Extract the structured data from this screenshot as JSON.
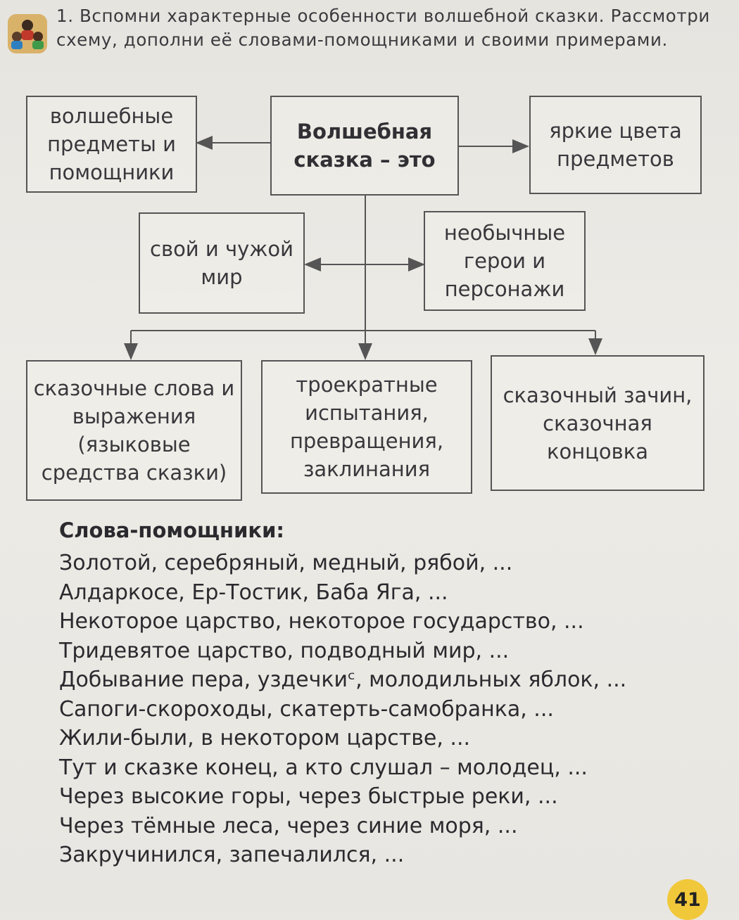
{
  "task": {
    "text": "1. Вспомни характерные особенности волшебной сказки. Рассмотри схему, дополни её словами-помощниками и своими примерами."
  },
  "diagram": {
    "center": "Волшебная сказка – это",
    "left_top": "волшебные предметы и помощники",
    "right_top": "яркие цвета предметов",
    "mid_left": "свой и чужой мир",
    "mid_right": "необычные герои и персонажи",
    "bottom_left": "сказочные слова и выражения (языковые средства сказки)",
    "bottom_mid": "троекратные испытания, превращения, заклинания",
    "bottom_right": "сказочный зачин, сказочная концовка"
  },
  "helpers": {
    "title": "Слова-помощники:",
    "lines": [
      "Золотой, серебряный, медный, рябой, ...",
      "Алдаркосе, Ер-Тостик, Баба Яга, ...",
      "Некоторое царство, некоторое государство, ...",
      "Тридевятое царство, подводный мир, ...",
      "Добывание пера, уздечкиᶜ, молодильных яблок, ...",
      "Сапоги-скороходы, скатерть-самобранка, ...",
      "Жили-были, в некотором царстве, ...",
      "Тут и сказке конец, а кто слушал – молодец, ...",
      "Через высокие горы, через быстрые реки, ...",
      "Через тёмные леса, через синие моря, ...",
      "Закручинился, запечалился, ..."
    ]
  },
  "page_number": "41",
  "icons": {
    "task_icon": "children-group-icon"
  }
}
